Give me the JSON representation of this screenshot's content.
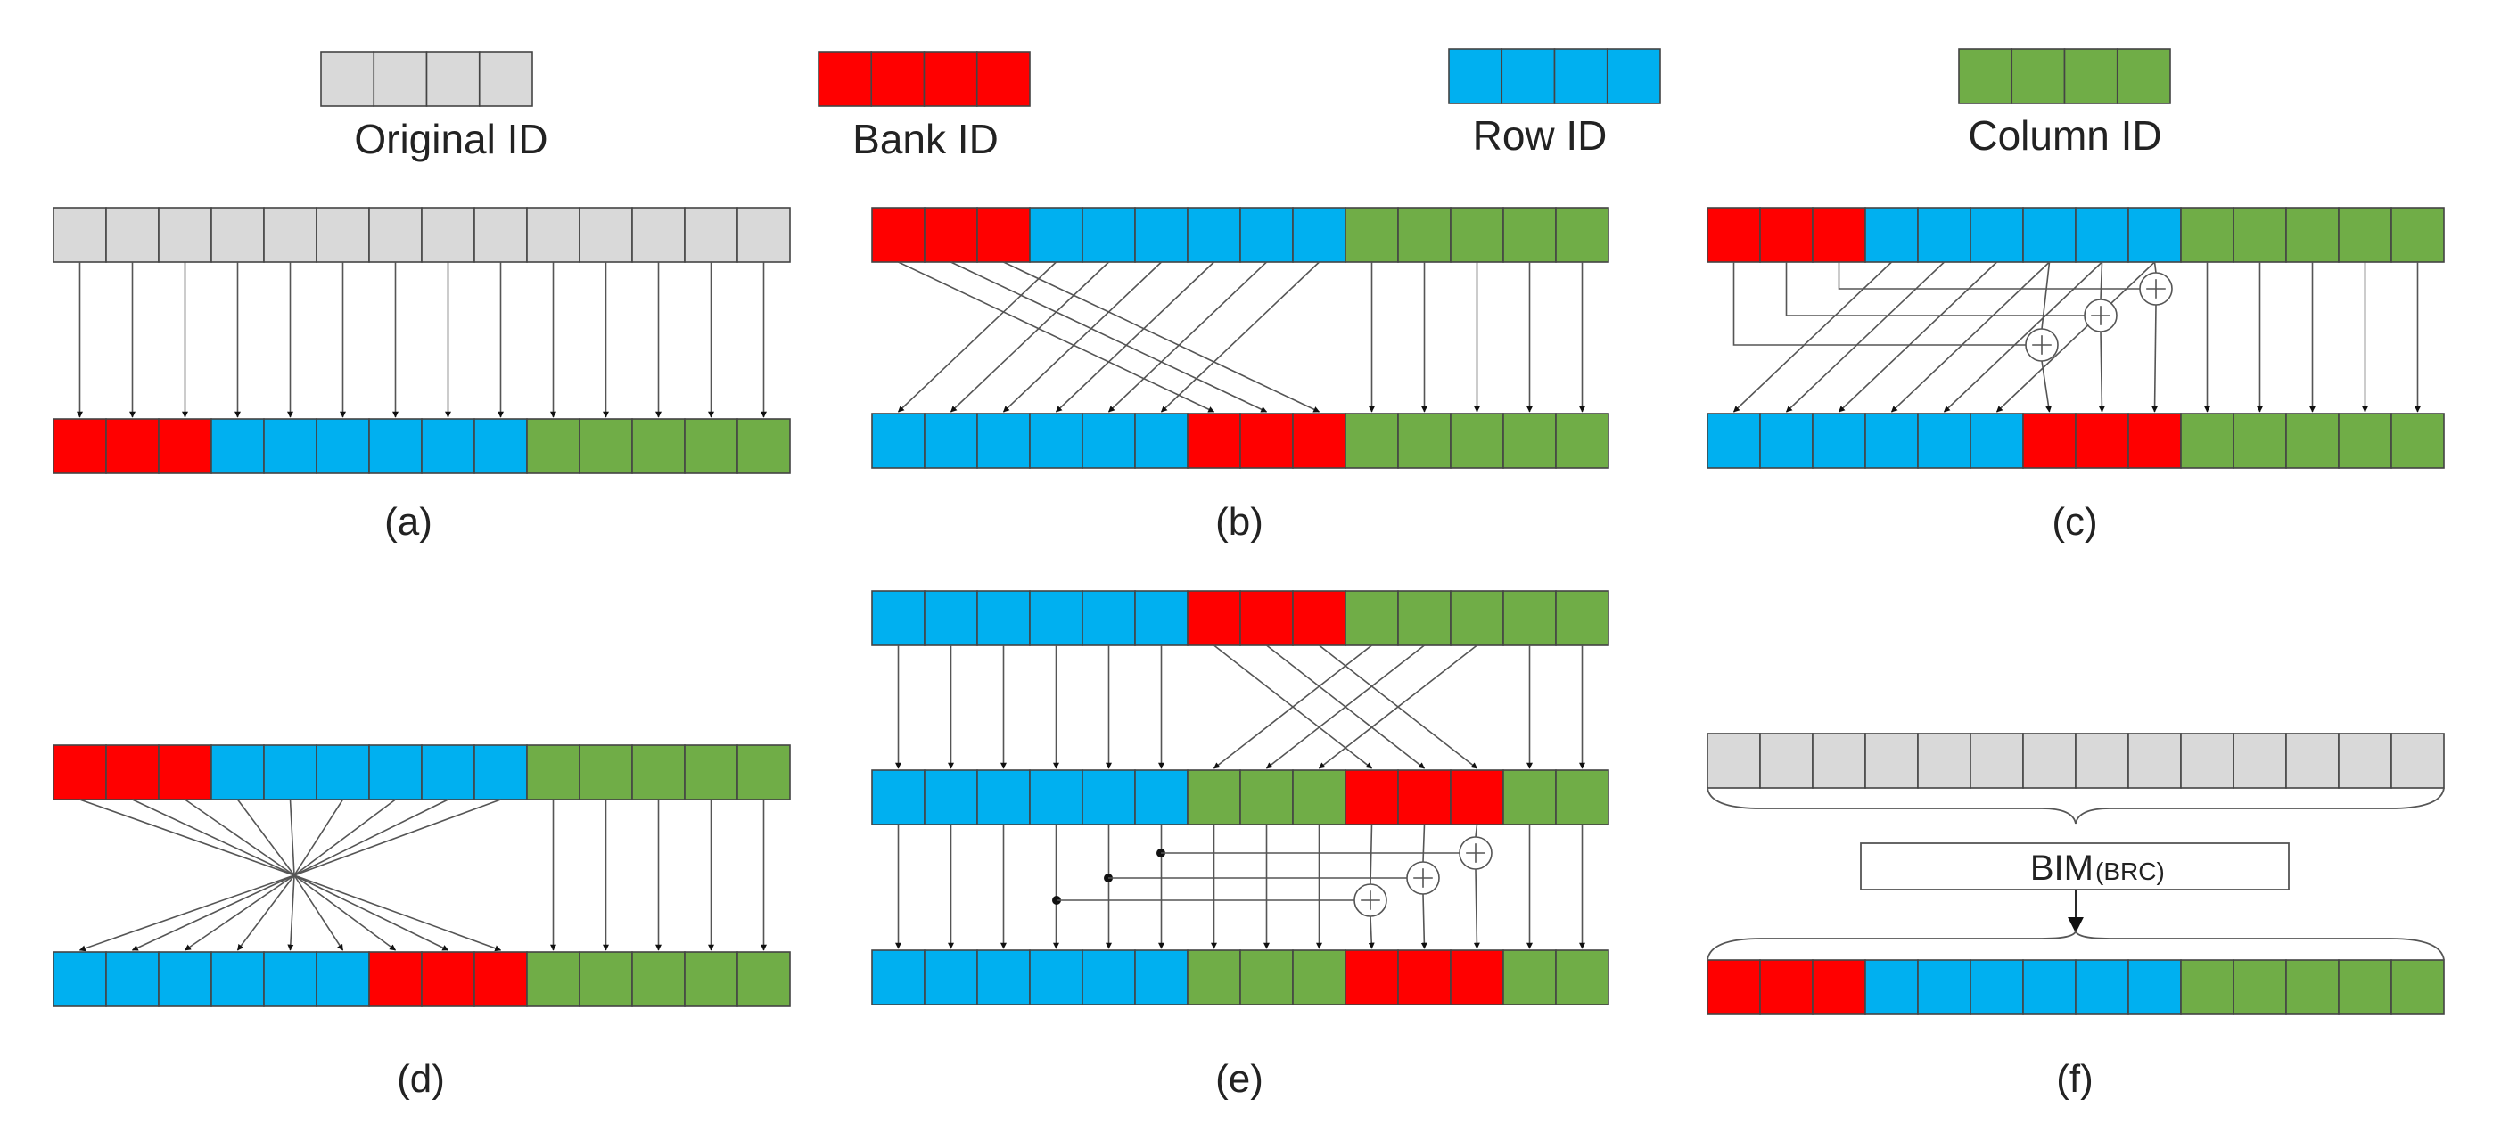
{
  "colors": {
    "original": "#d9d9d9",
    "bank": "#ff0000",
    "row": "#00b0f0",
    "column": "#70ad47",
    "line": "#555555"
  },
  "legend": [
    {
      "key": "original",
      "label": "Original ID"
    },
    {
      "key": "bank",
      "label": "Bank ID"
    },
    {
      "key": "row",
      "label": "Row ID"
    },
    {
      "key": "column",
      "label": "Column ID"
    }
  ],
  "panels": {
    "a": {
      "caption": "(a)"
    },
    "b": {
      "caption": "(b)"
    },
    "c": {
      "caption": "(c)"
    },
    "d": {
      "caption": "(d)"
    },
    "e": {
      "caption": "(e)"
    },
    "f": {
      "caption": "(f)",
      "box_label": "BIM",
      "box_sub_label": "(BRC)"
    }
  },
  "xor_symbol": "+"
}
